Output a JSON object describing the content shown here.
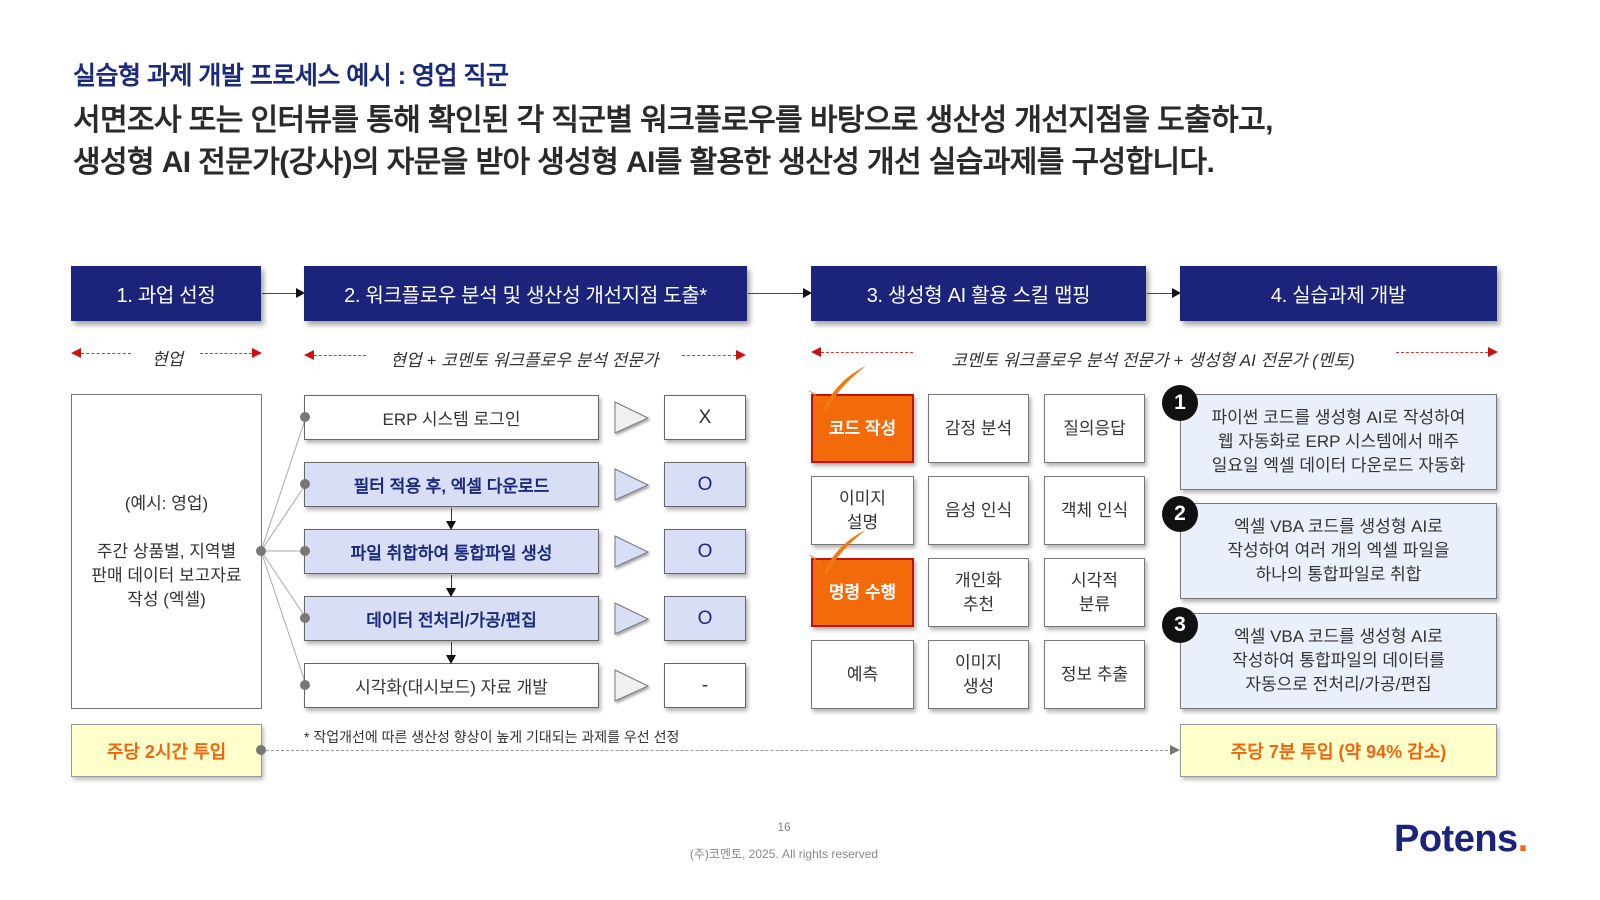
{
  "header": {
    "subtitle": "실습형 과제 개발 프로세스 예시 : 영업 직군",
    "headline_line1": "서면조사 또는 인터뷰를 통해 확인된 각 직군별 워크플로우를 바탕으로 생산성 개선지점을 도출하고,",
    "headline_line2": "생성형 AI 전문가(강사)의 자문을 받아 생성형 AI를 활용한 생산성 개선 실습과제를 구성합니다."
  },
  "steps": [
    {
      "label": "1. 과업 선정",
      "role": "현업"
    },
    {
      "label": "2. 워크플로우 분석 및 생산성 개선지점 도출*",
      "role": "현업 + 코멘토 워크플로우 분석 전문가"
    },
    {
      "label": "3. 생성형 AI 활용 스킬 맵핑",
      "role": "코멘토 워크플로우 분석 전문가 + 생성형 AI 전문가 (멘토)"
    },
    {
      "label": "4. 실습과제 개발",
      "role": ""
    }
  ],
  "task": {
    "example": "(예시: 영업)",
    "line1": "주간 상품별, 지역별",
    "line2": "판매 데이터 보고자료",
    "line3": "작성 (엑셀)"
  },
  "workflow": [
    {
      "label": "ERP 시스템 로그인",
      "result": "X",
      "highlight": false
    },
    {
      "label": "필터 적용 후, 엑셀 다운로드",
      "result": "O",
      "highlight": true
    },
    {
      "label": "파일 취합하여 통합파일 생성",
      "result": "O",
      "highlight": true
    },
    {
      "label": "데이터 전처리/가공/편집",
      "result": "O",
      "highlight": true
    },
    {
      "label": "시각화(대시보드) 자료 개발",
      "result": "-",
      "highlight": false
    }
  ],
  "skills": [
    [
      {
        "l1": "코드 작성",
        "l2": "",
        "selected": true
      },
      {
        "l1": "감정 분석",
        "l2": "",
        "selected": false
      },
      {
        "l1": "질의응답",
        "l2": "",
        "selected": false
      }
    ],
    [
      {
        "l1": "이미지",
        "l2": "설명",
        "selected": false
      },
      {
        "l1": "음성 인식",
        "l2": "",
        "selected": false
      },
      {
        "l1": "객체 인식",
        "l2": "",
        "selected": false
      }
    ],
    [
      {
        "l1": "명령 수행",
        "l2": "",
        "selected": true
      },
      {
        "l1": "개인화",
        "l2": "추천",
        "selected": false
      },
      {
        "l1": "시각적",
        "l2": "분류",
        "selected": false
      }
    ],
    [
      {
        "l1": "예측",
        "l2": "",
        "selected": false
      },
      {
        "l1": "이미지",
        "l2": "생성",
        "selected": false
      },
      {
        "l1": "정보 추출",
        "l2": "",
        "selected": false
      }
    ]
  ],
  "dev_tasks": [
    {
      "num": "1",
      "l1": "파이썬 코드를 생성형 AI로 작성하여",
      "l2": "웹 자동화로 ERP 시스템에서 매주",
      "l3": "일요일 엑셀 데이터 다운로드 자동화"
    },
    {
      "num": "2",
      "l1": "엑셀 VBA 코드를 생성형 AI로",
      "l2": "작성하여 여러 개의 엑셀 파일을",
      "l3": "하나의 통합파일로 취합"
    },
    {
      "num": "3",
      "l1": "엑셀 VBA 코드를 생성형 AI로",
      "l2": "작성하여 통합파일의 데이터를",
      "l3": "자동으로 전처리/가공/편집"
    }
  ],
  "bottom": {
    "before": "주당 2시간 투입",
    "after": "주당 7분 투입 (약 94% 감소)",
    "note": "* 작업개선에 따른 생산성 향상이 높게 기대되는 과제를 우선 선정"
  },
  "footer": {
    "page": "16",
    "copyright": "(주)코멘토, 2025. All rights reserved",
    "logo": "Potens",
    "logo_dot": "."
  },
  "colors": {
    "navy": "#1b237a",
    "orange": "#f26a0a",
    "highlight_blue": "#d8def5",
    "task_blue": "#e9f0fb",
    "yellow": "#ffffcc",
    "red_arrow": "#cc1111"
  }
}
